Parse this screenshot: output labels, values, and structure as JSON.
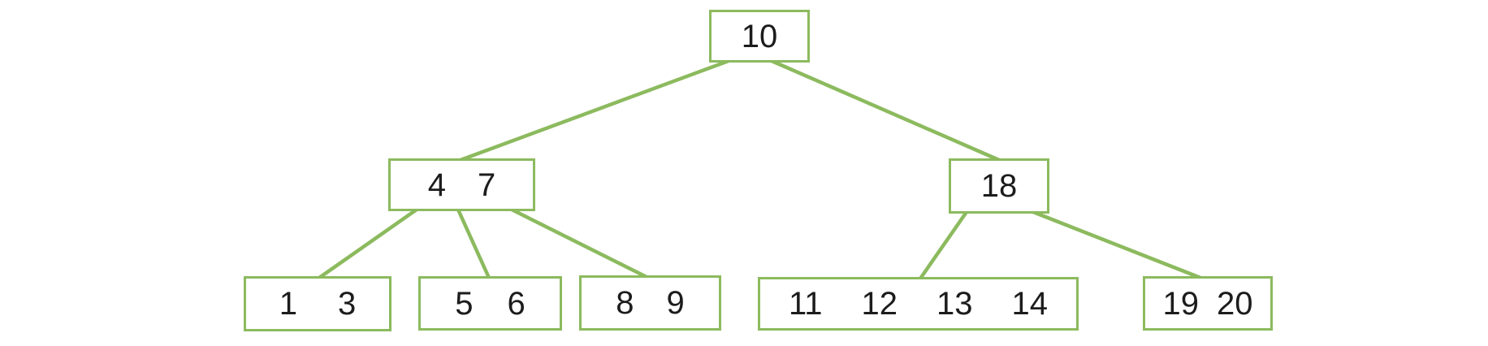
{
  "colors": {
    "node_border": "#8CBA5E",
    "node_fill": "#ffffff",
    "edge": "#8CBA5E",
    "text": "#1c1c1c",
    "background": "#ffffff"
  },
  "tree": {
    "type": "b-tree-diagram",
    "nodes": [
      {
        "id": "root",
        "level": 0,
        "keys": [
          "10"
        ]
      },
      {
        "id": "internal-left",
        "level": 1,
        "keys": [
          "4",
          "7"
        ]
      },
      {
        "id": "internal-right",
        "level": 1,
        "keys": [
          "18"
        ]
      },
      {
        "id": "leaf-1",
        "level": 2,
        "keys": [
          "1",
          "3"
        ]
      },
      {
        "id": "leaf-2",
        "level": 2,
        "keys": [
          "5",
          "6"
        ]
      },
      {
        "id": "leaf-3",
        "level": 2,
        "keys": [
          "8",
          "9"
        ]
      },
      {
        "id": "leaf-4",
        "level": 2,
        "keys": [
          "11",
          "12",
          "13",
          "14"
        ]
      },
      {
        "id": "leaf-5",
        "level": 2,
        "keys": [
          "19",
          "20"
        ]
      }
    ],
    "edges": [
      {
        "from": "root",
        "to": "internal-left"
      },
      {
        "from": "root",
        "to": "internal-right"
      },
      {
        "from": "internal-left",
        "to": "leaf-1"
      },
      {
        "from": "internal-left",
        "to": "leaf-2"
      },
      {
        "from": "internal-left",
        "to": "leaf-3"
      },
      {
        "from": "internal-right",
        "to": "leaf-4"
      },
      {
        "from": "internal-right",
        "to": "leaf-5"
      }
    ]
  }
}
